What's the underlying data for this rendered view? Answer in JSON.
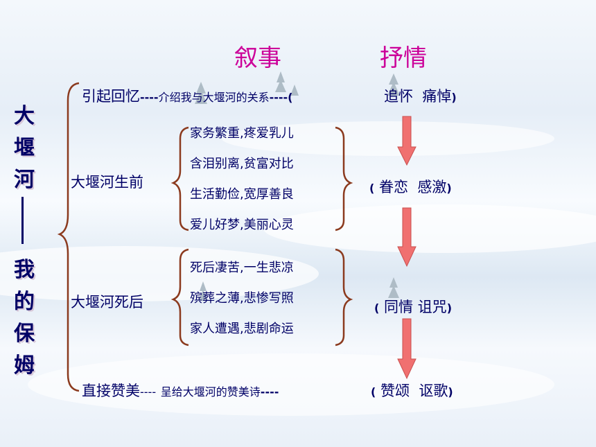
{
  "headers": {
    "narrative": "叙事",
    "lyric": "抒情"
  },
  "title_chars": [
    "大",
    "堰",
    "河",
    "我",
    "的",
    "保",
    "姆"
  ],
  "rows": {
    "r1": {
      "label": "引起回忆",
      "sep1": "----",
      "text": "介绍我与大堰河的关系",
      "sep2": "----",
      "open": "(",
      "emotion": "追怀  痛悼",
      "close": ")"
    },
    "r2": {
      "label": "大堰河生前",
      "items": [
        "家务繁重,疼爱乳儿",
        "含泪别离,贫富对比",
        "生活勤俭,宽厚善良",
        "爱儿好梦,美丽心灵"
      ],
      "open": "(",
      "emotion": "眷恋  感激",
      "close": ")"
    },
    "r3": {
      "label": "大堰河死后",
      "items": [
        "死后凄苦,一生悲凉",
        "殡葬之薄,悲惨写照",
        "家人遭遇,悲剧命运"
      ],
      "open": "(",
      "emotion": "同情 诅咒",
      "close": ")"
    },
    "r4": {
      "label": "直接赞美",
      "sep1": "----",
      "text": "呈给大堰河的赞美诗",
      "sep2": "----",
      "open": "(",
      "emotion": "赞颂  讴歌",
      "close": ")"
    }
  },
  "colors": {
    "header": "#cc0099",
    "text": "#000066",
    "brace": "#8b3a1e",
    "arrow_fill": "#f07070",
    "arrow_stroke": "#c85050"
  }
}
